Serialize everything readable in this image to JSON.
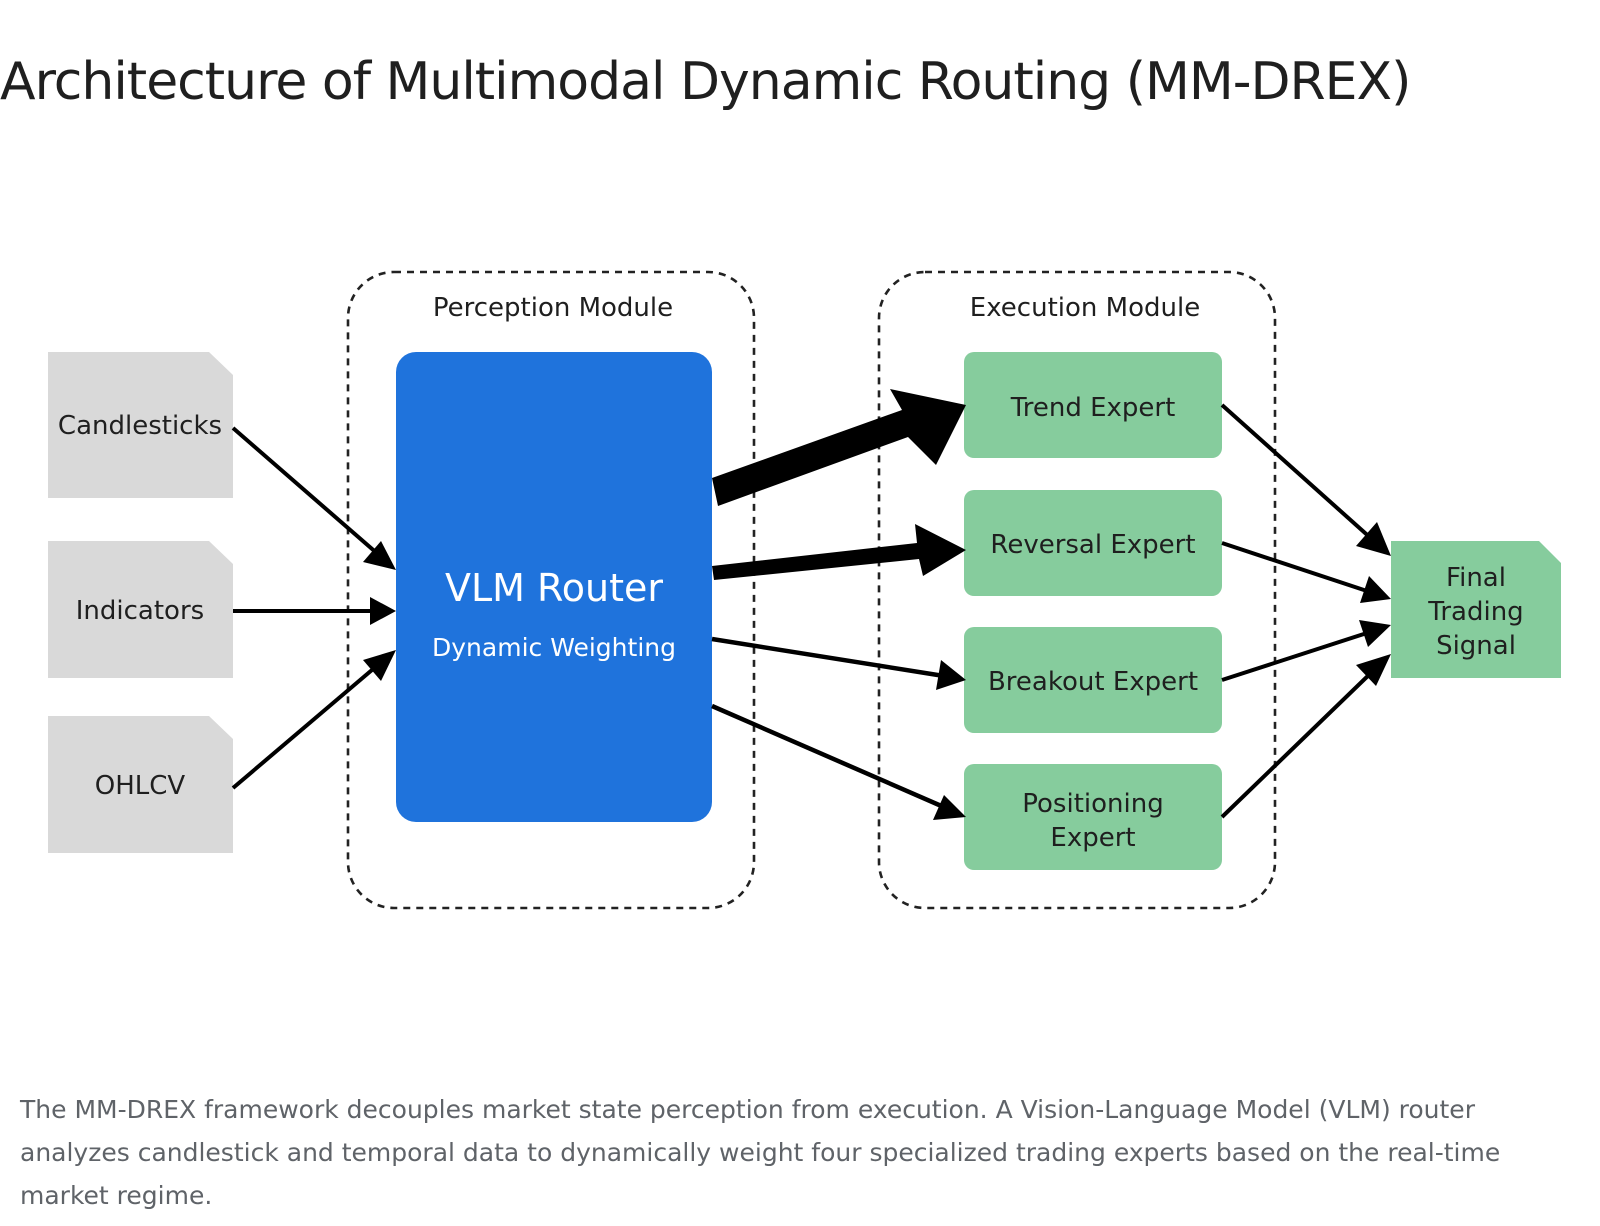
{
  "title": "Architecture of Multimodal Dynamic Routing (MM-DREX)",
  "inputs": [
    {
      "label": "Candlesticks"
    },
    {
      "label": "Indicators"
    },
    {
      "label": "OHLCV"
    }
  ],
  "perception_module": {
    "label": "Perception Module",
    "router_title": "VLM Router",
    "router_subtitle": "Dynamic Weighting"
  },
  "execution_module": {
    "label": "Execution Module",
    "experts": [
      {
        "lines": [
          "Trend Expert"
        ]
      },
      {
        "lines": [
          "Reversal Expert"
        ]
      },
      {
        "lines": [
          "Breakout Expert"
        ]
      },
      {
        "lines": [
          "Positioning",
          "Expert"
        ]
      }
    ]
  },
  "output": {
    "lines": [
      "Final",
      "Trading",
      "Signal"
    ]
  },
  "colors": {
    "input_fill": "#d9d9d9",
    "router_fill": "#1f73dc",
    "expert_fill": "#86cc9d",
    "arrow": "#000000",
    "module_border": "#222222"
  },
  "caption": "The MM-DREX framework decouples market state perception from execution. A Vision-Language Model (VLM) router analyzes candlestick and temporal data to dynamically weight four specialized trading experts based on the real-time market regime."
}
